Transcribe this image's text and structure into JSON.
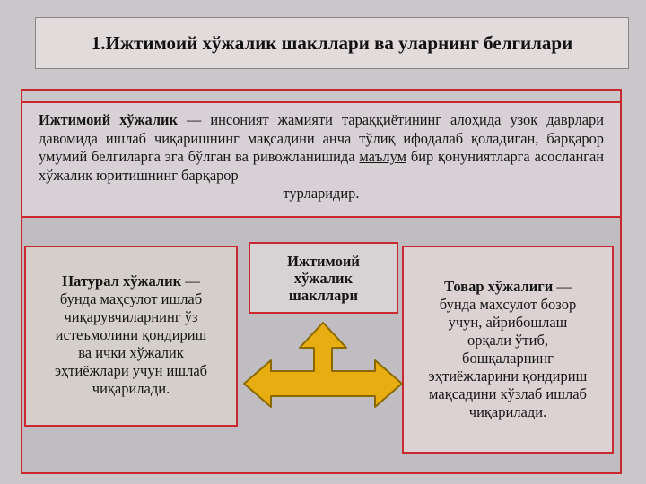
{
  "title": "1.Ижтимоий хўжалик шакллари ва уларнинг белгилари",
  "definition": {
    "term": "Ижтимоий хўжалик",
    "text_1": " — инсоният жамияти тараққиётининг алоҳида узоқ даврлари давомида ишлаб чиқаришнинг мақсадини анча тўлиқ ифодалаб қоладиган, барқарор умумий белгиларга эга бўлган ва ривожланишида ",
    "underlined": "маълум",
    "text_2": " бир қонуниятларга асосланган хўжалик юритишнинг барқарор",
    "last_line": "турларидир."
  },
  "center": {
    "line1": "Ижтимоий",
    "line2": "хўжалик",
    "line3": "шакллари"
  },
  "left": {
    "term": "Натурал хўжалик",
    "dash": " —",
    "line1": "бунда маҳсулот ишлаб",
    "line2": "чиқарувчиларнинг ўз",
    "line3": "истеъмолини қондириш",
    "line4": "ва ички хўжалик",
    "line5": "эҳтиёжлари учун ишлаб",
    "line6": "чиқарилади."
  },
  "right": {
    "term": "Товар хўжалиги",
    "dash": " —",
    "line1": "бунда маҳсулот бозор",
    "line2": "учун, айрибошлаш",
    "line3": "орқали ўтиб,",
    "line4": "бошқаларнинг",
    "line5": "эҳтиёжларини қондириш",
    "line6": "мақсадини кўзлаб ишлаб",
    "line7": "чиқарилади."
  },
  "colors": {
    "border": "#c9282f",
    "arrow_fill": "#e8ad10",
    "arrow_stroke": "#8a6a00"
  }
}
